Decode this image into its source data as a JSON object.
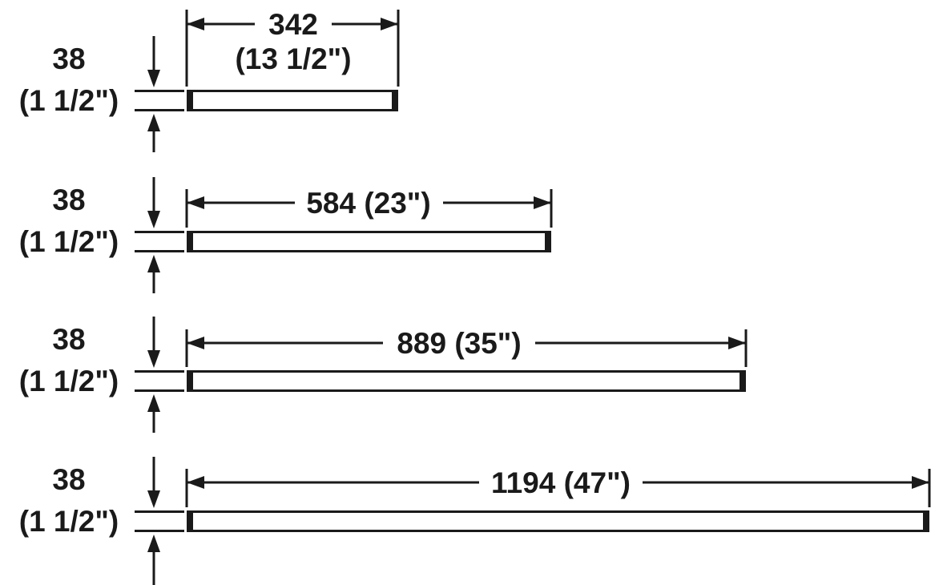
{
  "diagram": {
    "line_color": "#1a1a1a",
    "background_color": "#ffffff",
    "bars": [
      {
        "length": "342",
        "length_in": "(13 1/2\")",
        "thickness": "38",
        "thickness_in": "(1 1/2\")",
        "length_mm_value": 342,
        "thickness_mm_value": 38
      },
      {
        "length": "584 (23\")",
        "thickness": "38",
        "thickness_in": "(1 1/2\")",
        "length_mm_value": 584,
        "thickness_mm_value": 38
      },
      {
        "length": "889 (35\")",
        "thickness": "38",
        "thickness_in": "(1 1/2\")",
        "length_mm_value": 889,
        "thickness_mm_value": 38
      },
      {
        "length": "1194 (47\")",
        "thickness": "38",
        "thickness_in": "(1 1/2\")",
        "length_mm_value": 1194,
        "thickness_mm_value": 38
      }
    ]
  }
}
